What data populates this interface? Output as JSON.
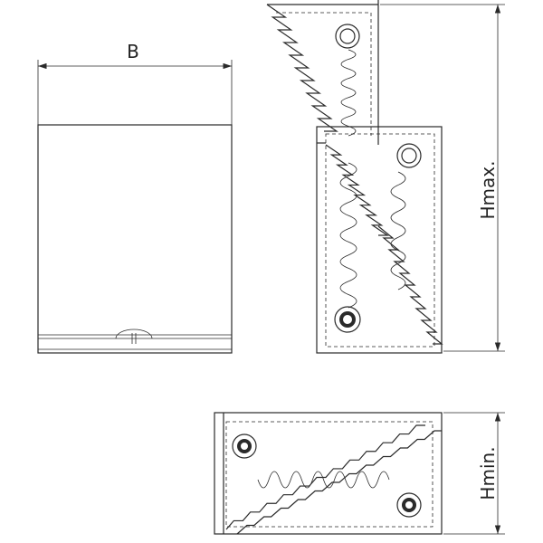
{
  "labels": {
    "width": "B",
    "height_max": "Hmax.",
    "height_min": "Hmin."
  },
  "colors": {
    "line": "#2a2a2a",
    "background": "#ffffff"
  }
}
